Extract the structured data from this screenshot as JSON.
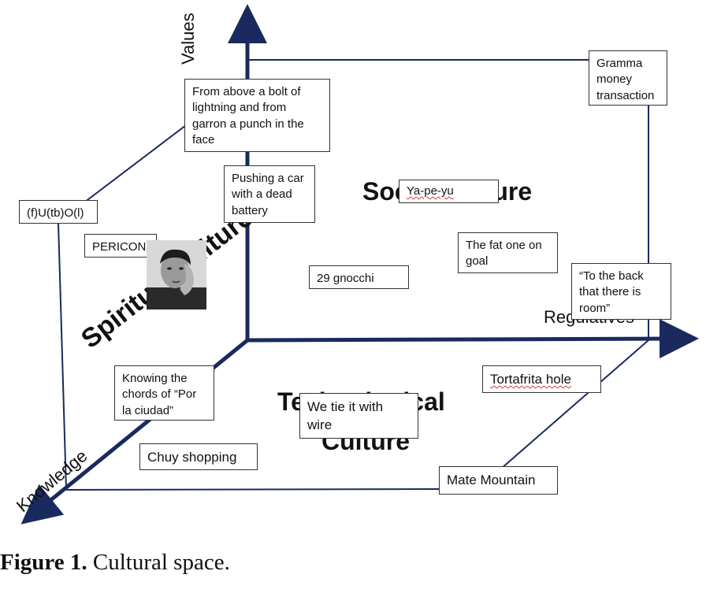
{
  "axes": {
    "values": "Values",
    "regulatives": "Regulatives",
    "knowledge": "Knowledge"
  },
  "regions": {
    "spiritual": "Spiritual Culture",
    "social": "Social Culture",
    "technological_line1": "Technological",
    "technological_line2": "Culture"
  },
  "boxes": {
    "lightning": "From above a bolt of lightning and from garron a punch in the face",
    "gramma": "Gramma money transaction",
    "fubol": "(f)U(tb)O(l)",
    "pushing": "Pushing a car with a dead battery",
    "yapeyu": "Ya-pe-yu",
    "pericon": "PERICON",
    "fat_one": "The fat one on goal",
    "gnocchi": "29 gnocchi",
    "to_the_back": "“To the back that there is room”",
    "chords": "Knowing the chords of “Por la ciudad”",
    "tortafrita": "Tortafrita hole",
    "wire": "We tie it with wire",
    "chuy": "Chuy shopping",
    "mate": "Mate Mountain"
  },
  "caption": {
    "label": "Figure 1.",
    "text": "Cultural space."
  },
  "colors": {
    "axis": "#1a2a5e",
    "box_border": "#333333"
  }
}
